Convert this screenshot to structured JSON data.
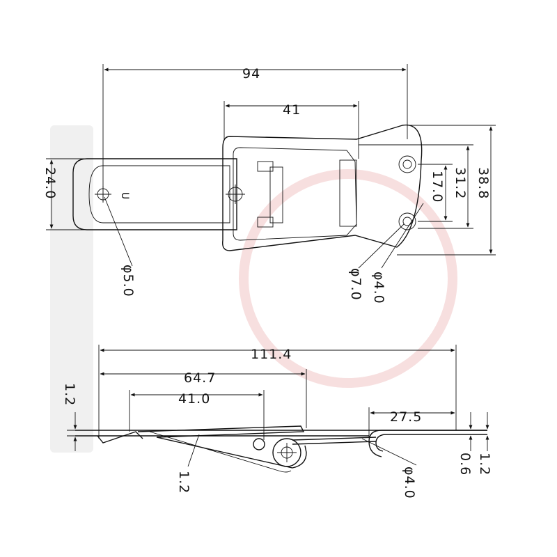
{
  "top_view": {
    "overall_length": "94",
    "clasp_width": "41",
    "body_height": "24.0",
    "mount_hole_diameter": "φ5.0",
    "hole_spacing": "17.0",
    "hook_height": "31.2",
    "overall_height": "38.8",
    "outer_diameter": "φ7.0",
    "hole_diameter": "φ4.0"
  },
  "side_view": {
    "overall_length": "111.4",
    "lever_length": "64.7",
    "clasp_length": "41.0",
    "hook_offset": "27.5",
    "left_thickness": "1.2",
    "lever_thickness": "1.2",
    "hook_thickness": "1.2",
    "hook_gap": "0.6",
    "pivot_diameter": "φ4.0"
  },
  "colors": {
    "line": "#111111",
    "watermark_gray": "#eeeeee",
    "watermark_red": "#f6dcdc"
  }
}
